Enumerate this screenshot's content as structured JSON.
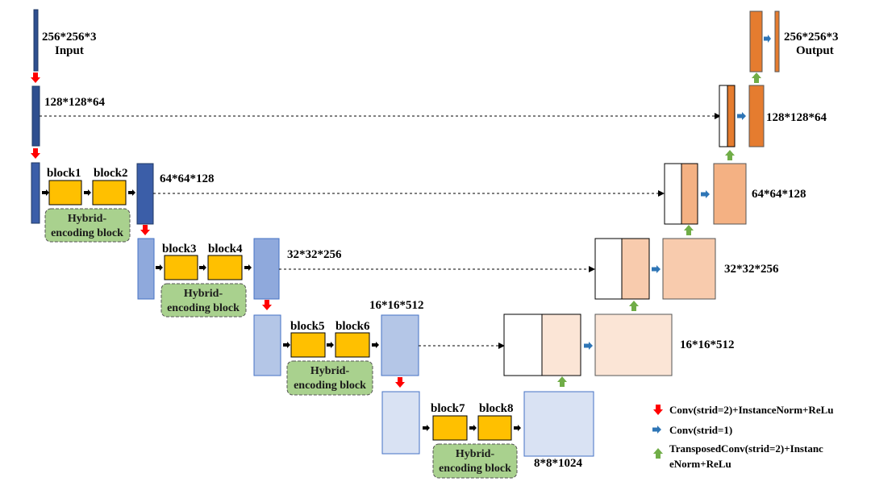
{
  "dims": {
    "input": "256*256*3",
    "input_label": "Input",
    "enc1": "128*128*64",
    "enc2": "64*64*128",
    "enc3": "32*32*256",
    "enc4": "16*16*512",
    "bottleneck": "8*8*1024",
    "dec4": "16*16*512",
    "dec3": "32*32*256",
    "dec2": "64*64*128",
    "dec1": "128*128*64",
    "output": "256*256*3",
    "output_label": "Output"
  },
  "blocks": [
    "block1",
    "block2",
    "block3",
    "block4",
    "block5",
    "block6",
    "block7",
    "block8"
  ],
  "hybrid": {
    "line1": "Hybrid-",
    "line2": "encoding block"
  },
  "legend": {
    "conv_down": "Conv(strid=2)+InstanceNorm+ReLu",
    "conv": "Conv(strid=1)",
    "transposed_line1": "TransposedConv(strid=2)+Instanc",
    "transposed_line2": "eNorm+ReLu"
  },
  "colors": {
    "enc1": "#2f4f8f",
    "enc2": "#3b5ea8",
    "enc3": "#8fa9dc",
    "enc4": "#b4c6e7",
    "bottleneck": "#d9e2f3",
    "dec4": "#fbe5d6",
    "dec3": "#f8cbad",
    "dec2": "#f4b183",
    "dec1": "#e57c2f",
    "block": "#ffc000",
    "hybrid": "#a9d18e",
    "down_arrow": "#ff0000",
    "conv_arrow": "#2e75b6",
    "up_arrow": "#70ad47"
  }
}
